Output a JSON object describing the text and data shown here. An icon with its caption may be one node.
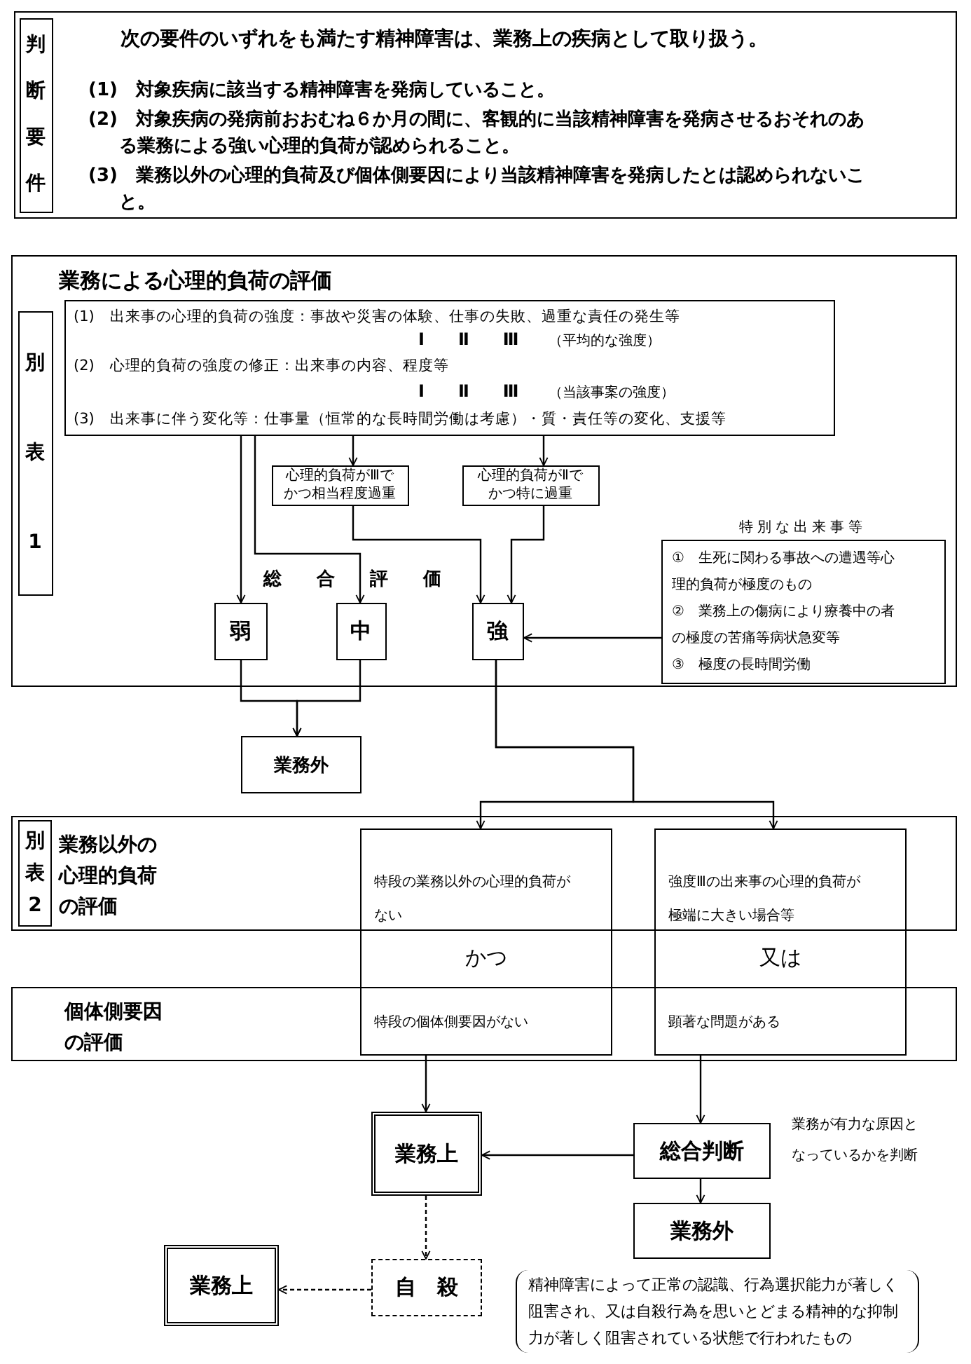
{
  "diagram": {
    "nodes": [
      {
        "text": [
          "次の要件のいずれをも満たす精神障害は、業務上の疾病として取り扱う。",
          "(1)　対象疾病に該当する精神障害を発病していること。",
          "(2)　対象疾病の発病前おおむね６か月の間に、客観的に当該精神障害を発病させるおそれのある業務による強い心理的負荷が認められること。",
          "(3)　業務以外の心理的負荷及び個体側要因により当該精神障害を発病したとは認められないこと。"
        ]
      },
      {
        "text": [
          "判断要件"
        ],
        "in": 0
      },
      {
        "text": [
          "業務による心理的負荷の評価"
        ]
      },
      {
        "text": [
          "別表1"
        ],
        "in": 2
      },
      {
        "text": [
          "(1)　出来事の心理的負荷の強度：事故や災害の体験、仕事の失敗、過重な責任の発生等",
          "Ⅰ　Ⅱ　Ⅲ",
          "（平均的な強度）",
          "(2)　心理的負荷の強度の修正：出来事の内容、程度等",
          "Ⅰ　Ⅱ　Ⅲ",
          "（当該事案の強度）",
          "(3)　出来事に伴う変化等：仕事量（恒常的な長時間労働は考慮）・質・責任等の変化、支援等"
        ],
        "in": 2
      },
      {
        "text": [
          "心理的負荷がⅢでかつ相当程度過重"
        ],
        "in": 2
      },
      {
        "text": [
          "心理的負荷がⅡでかつ特に過重"
        ],
        "in": 2
      },
      {
        "text": [
          "特別な出来事等",
          "①　生死に関わる事故への遭遇等心理的負荷が極度のもの",
          "②　業務上の傷病により療養中の者の極度の苦痛等病状急変等",
          "③　極度の長時間労働"
        ],
        "in": 2
      },
      {
        "text": [
          "弱"
        ],
        "in": 2
      },
      {
        "text": [
          "中"
        ],
        "in": 2
      },
      {
        "text": [
          "強"
        ],
        "in": 2
      },
      {
        "text": [
          "業務外"
        ]
      },
      {
        "text": [
          "業務以外の心理的負荷の評価"
        ]
      },
      {
        "text": [
          "別表2"
        ],
        "in": 12
      },
      {
        "text": [
          "特段の業務以外の心理的負荷がない",
          "かつ",
          "特段の個体側要因がない"
        ]
      },
      {
        "text": [
          "強度Ⅲの出来事の心理的負荷が極端に大きい場合等",
          "又は",
          "顕著な問題がある"
        ]
      },
      {
        "text": [
          "個体側要因の評価"
        ]
      },
      {
        "text": [
          "業務上"
        ]
      },
      {
        "text": [
          "総合判断"
        ],
        "beside": [
          "業務が有力な原因となっているかを判断"
        ]
      },
      {
        "text": [
          "業務外"
        ]
      },
      {
        "text": [
          "自　殺"
        ]
      },
      {
        "text": [
          "業務上"
        ]
      }
    ],
    "edges": [
      {
        "from": 4,
        "to": 8,
        "arrow": "to"
      },
      {
        "from": 4,
        "to": 9,
        "arrow": "to"
      },
      {
        "from": 4,
        "to": 5,
        "arrow": "to"
      },
      {
        "from": 4,
        "to": 6,
        "arrow": "to"
      },
      {
        "from": 5,
        "to": 10,
        "arrow": "to"
      },
      {
        "from": 6,
        "to": 10,
        "arrow": "to"
      },
      {
        "from": 7,
        "to": 10,
        "arrow": "to"
      },
      {
        "from": 8,
        "to": 11,
        "arrow": "to"
      },
      {
        "from": 9,
        "to": 11,
        "arrow": "to"
      },
      {
        "from": 10,
        "to": 14,
        "arrow": "to"
      },
      {
        "from": 10,
        "to": 15,
        "arrow": "to"
      },
      {
        "from": 14,
        "to": 17,
        "arrow": "to"
      },
      {
        "from": 15,
        "to": 18,
        "arrow": "to"
      },
      {
        "from": 18,
        "to": 17,
        "arrow": "to"
      },
      {
        "from": 18,
        "to": 19,
        "arrow": "to"
      },
      {
        "from": 17,
        "to": 20,
        "arrow": "to",
        "style": "dashed"
      },
      {
        "from": 20,
        "to": 21,
        "arrow": "to",
        "style": "dashed"
      }
    ],
    "labels": [
      "総合評価",
      "精神障害によって正常の認識、行為選択能力が著しく阻害され、又は自殺行為を思いとどまる精神的な抑制力が著しく阻害されている状態で行われたもの"
    ]
  }
}
